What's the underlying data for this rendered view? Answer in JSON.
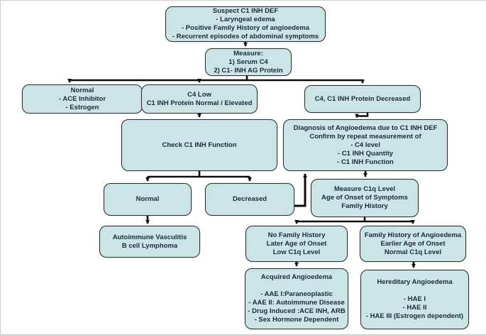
{
  "title": "C1 INH deficiency diagnostic flowchart",
  "colors": {
    "box_fill": "#cbe5e6",
    "box_border": "#2f2f2f",
    "text": "#1b2a3a",
    "connector": "#0d0d0d",
    "background": "#ffffff"
  },
  "nodes": {
    "suspect": {
      "lines": [
        "Suspect C1 INH DEF",
        "- Laryngeal edema",
        "- Positive Family History of angioedema",
        "- Recurrent episodes of abdominal symptoms"
      ]
    },
    "measure": {
      "lines": [
        "Measure:",
        "1) Serum C4",
        "2) C1- INH AG Protein"
      ]
    },
    "normal_ace": {
      "lines": [
        "Normal",
        "- ACE Inhibitor",
        "- Estrogen"
      ]
    },
    "c4_low": {
      "lines": [
        "C4 Low",
        "C1 INH Protein Normal / Elevated"
      ]
    },
    "c4_decreased": {
      "lines": [
        "C4, C1 INH Protein Decreased"
      ]
    },
    "check_function": {
      "lines": [
        "Check C1 INH Function"
      ]
    },
    "diagnosis": {
      "lines": [
        "Diagnosis of Angioedema due to C1 INH DEF",
        "Confirm by repeat measurement of",
        "- C4 level",
        "- C1 INH Quantity",
        "- C1 INH Function"
      ]
    },
    "normal_function": {
      "lines": [
        "Normal"
      ]
    },
    "decreased_function": {
      "lines": [
        "Decreased"
      ]
    },
    "measure_c1q": {
      "lines": [
        "Measure C1q Level",
        "Age of Onset of Symptoms",
        "Family History"
      ]
    },
    "autoimmune": {
      "lines": [
        "Autoimmune Vasculitis",
        "B cell Lymphoma"
      ]
    },
    "no_family": {
      "lines": [
        "No Family History",
        "Later Age of Onset",
        "Low C1q Level"
      ]
    },
    "family": {
      "lines": [
        "Family History of Angioedema",
        "Earlier Age of Onset",
        "Normal C1q Level"
      ]
    },
    "acquired": {
      "title": "Acquired Angioedema",
      "items": [
        "- AAE I:Paraneoplastic",
        "- AAE II: Autoimmune Disease",
        "- Drug Induced :ACE INH, ARB",
        "- Sex Hormone Dependent"
      ]
    },
    "hereditary": {
      "title": "Hereditary Angioedema",
      "items": [
        "- HAE I",
        "- HAE II",
        "- HAE III (Estrogen dependent)"
      ]
    }
  }
}
